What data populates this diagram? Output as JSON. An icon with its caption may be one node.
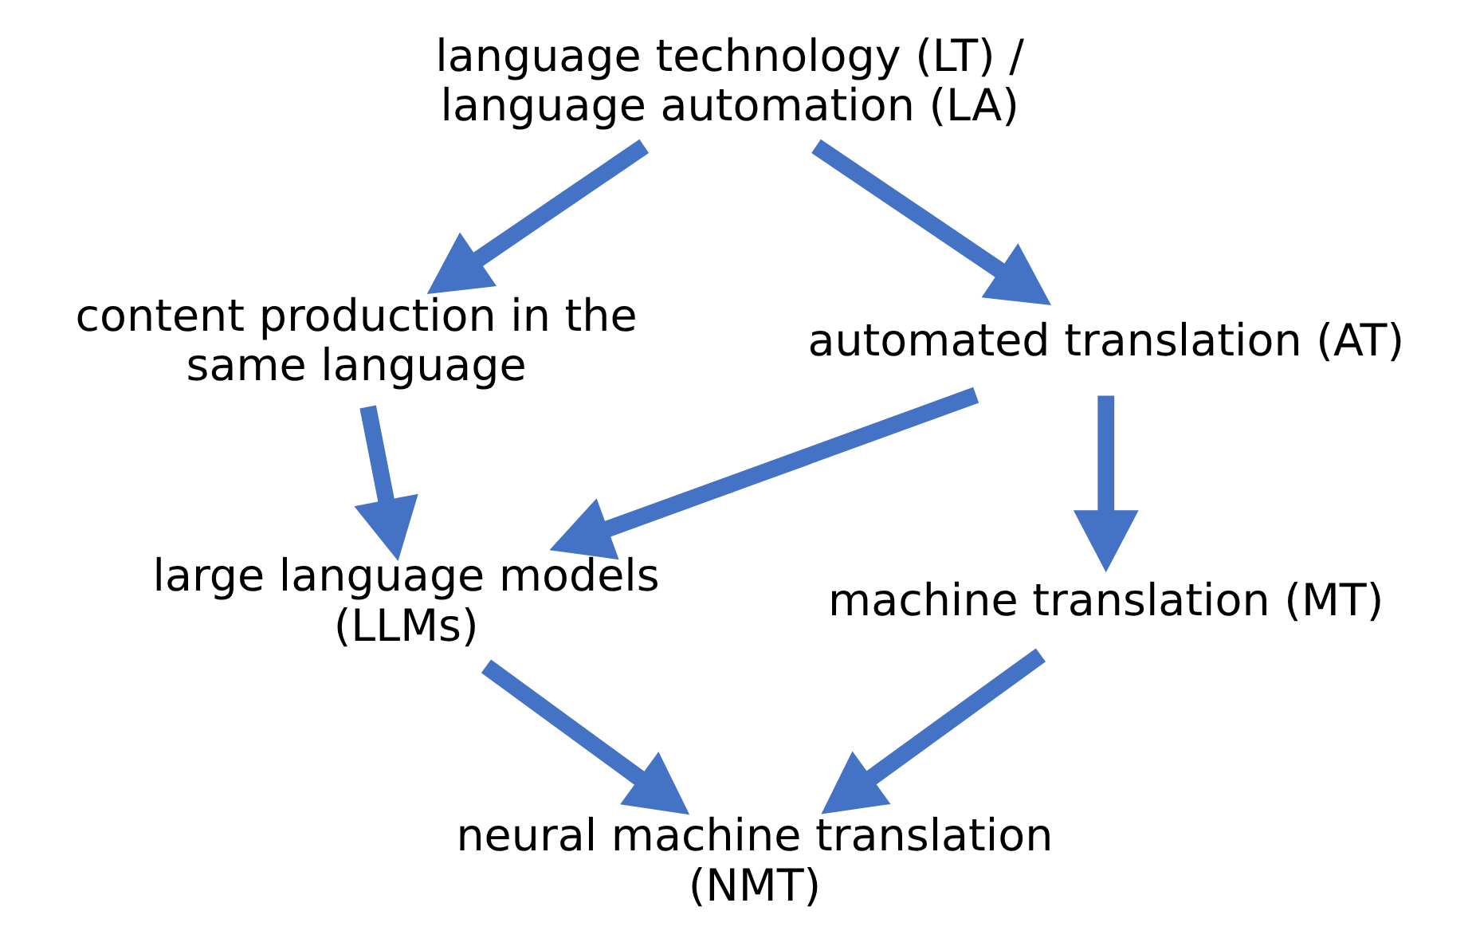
{
  "diagram": {
    "nodes": [
      {
        "text": [
          "language technology (LT) / language automation (LA)"
        ]
      },
      {
        "text": [
          "content production in the same language"
        ]
      },
      {
        "text": [
          "automated translation (AT)"
        ]
      },
      {
        "text": [
          "large language models (LLMs)"
        ]
      },
      {
        "text": [
          "machine translation (MT)"
        ]
      },
      {
        "text": [
          "neural machine translation (NMT)"
        ]
      }
    ],
    "edges": [
      {
        "from": 0,
        "to": 1,
        "arrow": "to"
      },
      {
        "from": 0,
        "to": 2,
        "arrow": "to"
      },
      {
        "from": 1,
        "to": 3,
        "arrow": "to"
      },
      {
        "from": 2,
        "to": 3,
        "arrow": "to"
      },
      {
        "from": 2,
        "to": 4,
        "arrow": "to"
      },
      {
        "from": 3,
        "to": 5,
        "arrow": "to"
      },
      {
        "from": 4,
        "to": 5,
        "arrow": "to"
      }
    ]
  }
}
